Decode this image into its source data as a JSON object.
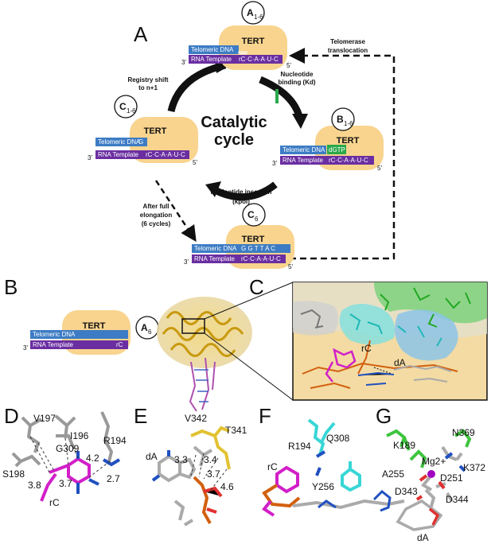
{
  "panels": {
    "a": "A",
    "b": "B",
    "c": "C",
    "d": "D",
    "e": "E",
    "f": "F",
    "g": "G"
  },
  "cycle": {
    "center_line1": "Catalytic",
    "center_line2": "cycle",
    "tert": "TERT",
    "telomeric_dna": "Telomeric DNA",
    "rna_template": "RNA Template",
    "template_seq": "rC·C·A·A·U·C",
    "three_prime": "3'",
    "five_prime": "5'",
    "state_a_main": "A",
    "state_a_sub": "1-6",
    "state_b_main": "B",
    "state_b_sub": "1-6",
    "state_c_main": "C",
    "state_c_sub": "1-6",
    "state_c6_main": "C",
    "state_c6_sub": "6",
    "dgtp": "dGTP",
    "g_nuc": "G",
    "added_seq": "G G T T A C",
    "registry_shift_l1": "Registry shift",
    "registry_shift_l2": "to n+1",
    "nucleotide_binding_l1": "Nucleotide",
    "nucleotide_binding_l2": "binding (Kd)",
    "nucleotide_insertion_l1": "Nucleotide insertion",
    "nucleotide_insertion_l2": "(kpol)",
    "translocation_l1": "Telomerase",
    "translocation_l2": "translocation",
    "after_full_l1": "After full",
    "after_full_l2": "elongation",
    "after_full_l3": "(6 cycles)"
  },
  "panel_b": {
    "tert": "TERT",
    "telomeric_dna": "Telomeric DNA",
    "rna_template": "RNA Template",
    "end_label": "rC",
    "three_prime": "3'",
    "state_main": "A",
    "state_sub": "6"
  },
  "panel_c": {
    "rc": "rC",
    "da": "dA"
  },
  "panel_d": {
    "residues": [
      "V197",
      "I196",
      "G309",
      "R194",
      "S198",
      "rC"
    ],
    "distances": [
      "3.8",
      "3.7",
      "4.2",
      "2.7"
    ]
  },
  "panel_e": {
    "residues": [
      "V342",
      "T341",
      "dA"
    ],
    "distances": [
      "3.3",
      "3.4",
      "3.7",
      "4.6"
    ]
  },
  "panel_f": {
    "residues": [
      "R194",
      "Q308",
      "rC",
      "Y256"
    ]
  },
  "panel_g": {
    "residues": [
      "K189",
      "N369",
      "A255",
      "K372",
      "D251",
      "D343",
      "D344",
      "dA"
    ],
    "ion": "Mg2+"
  },
  "colors": {
    "tert": "#f9d48e",
    "dna": "#3d7cc4",
    "rna": "#6a2ea1",
    "dgtp": "#2aa84a",
    "pocket_cyan": "#38d6d6",
    "pocket_green": "#3fc43f",
    "magenta": "#d21fc8"
  }
}
